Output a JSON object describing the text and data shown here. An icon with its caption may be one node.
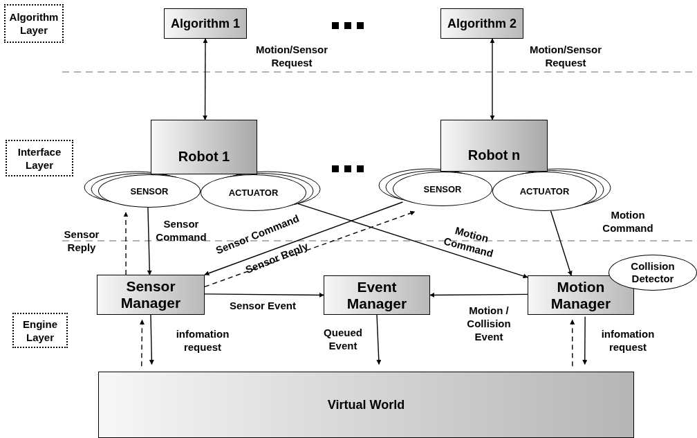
{
  "diagram": {
    "nodes": [
      {
        "text": [
          "Algorithm Layer"
        ]
      },
      {
        "text": [
          "Interface Layer"
        ]
      },
      {
        "text": [
          "Engine Layer"
        ]
      },
      {
        "text": [
          "Algorithm 1"
        ]
      },
      {
        "text": [
          "Algorithm 2"
        ]
      },
      {
        "text": [
          "Robot 1"
        ]
      },
      {
        "text": [
          "SENSOR"
        ]
      },
      {
        "text": [
          "ACTUATOR"
        ]
      },
      {
        "text": [
          "Robot n"
        ]
      },
      {
        "text": [
          "SENSOR"
        ]
      },
      {
        "text": [
          "ACTUATOR"
        ]
      },
      {
        "text": [
          "Sensor Manager"
        ]
      },
      {
        "text": [
          "Event Manager"
        ]
      },
      {
        "text": [
          "Motion Manager"
        ]
      },
      {
        "text": [
          "Collision Detector"
        ]
      },
      {
        "text": [
          "Virtual World"
        ]
      }
    ],
    "edges": [
      {
        "from": 3,
        "to": 5,
        "arrow": "both",
        "label": "Motion/Sensor Request"
      },
      {
        "from": 4,
        "to": 8,
        "arrow": "both",
        "label": "Motion/Sensor Request"
      },
      {
        "from": 6,
        "to": 11,
        "arrow": "to",
        "label": "Sensor Command"
      },
      {
        "from": 11,
        "to": 6,
        "arrow": "to",
        "label": "Sensor Reply",
        "style": "dashed"
      },
      {
        "from": 9,
        "to": 11,
        "arrow": "to",
        "label": "Sensor Command"
      },
      {
        "from": 11,
        "to": 9,
        "arrow": "to",
        "label": "Sensor Reply",
        "style": "dashed"
      },
      {
        "from": 7,
        "to": 13,
        "arrow": "to",
        "label": "Motion Command"
      },
      {
        "from": 10,
        "to": 13,
        "arrow": "to",
        "label": "Motion Command"
      },
      {
        "from": 11,
        "to": 12,
        "arrow": "to",
        "label": "Sensor Event"
      },
      {
        "from": 13,
        "to": 12,
        "arrow": "to",
        "label": "Motion / Collision Event"
      },
      {
        "from": 12,
        "to": 15,
        "arrow": "to",
        "label": "Queued Event"
      },
      {
        "from": 11,
        "to": 15,
        "arrow": "to",
        "label": "infomation request"
      },
      {
        "from": 15,
        "to": 11,
        "arrow": "to",
        "style": "dashed"
      },
      {
        "from": 13,
        "to": 15,
        "arrow": "to",
        "label": "infomation request"
      },
      {
        "from": 15,
        "to": 13,
        "arrow": "to",
        "style": "dashed"
      }
    ]
  }
}
